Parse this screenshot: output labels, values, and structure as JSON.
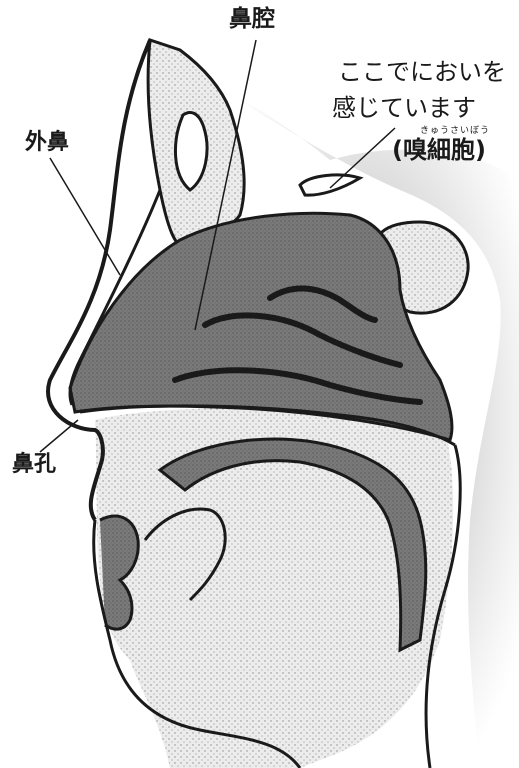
{
  "labels": {
    "nasal_cavity": "鼻腔",
    "external_nose": "外鼻",
    "nostril": "鼻孔",
    "smell_line1": "ここでにおいを",
    "smell_line2": "感じています",
    "olfactory_ruby": "きゅうさいぼう",
    "olfactory_cells": "(嗅細胞)"
  },
  "colors": {
    "line": "#1a1a1a",
    "dark_fill": "#6e6e6e",
    "light_fill": "#e6e6e6",
    "paper": "#ffffff"
  }
}
